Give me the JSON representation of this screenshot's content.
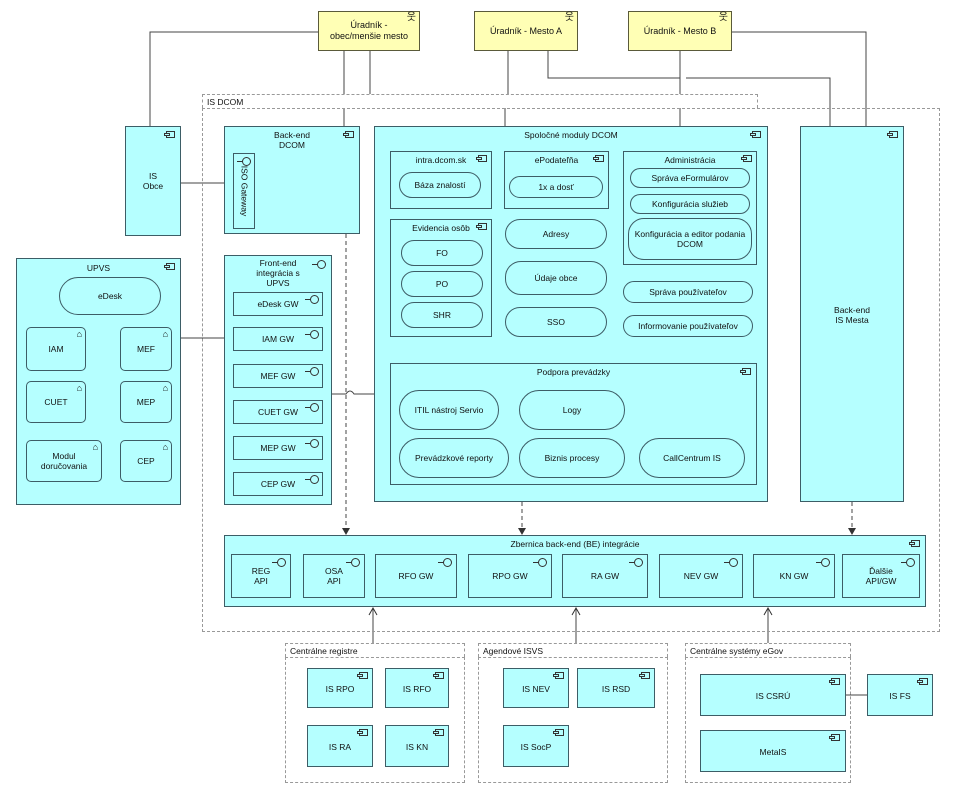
{
  "actors": {
    "a1": "Úradník -\nobec/menšie mesto",
    "a2": "Úradník - Mesto A",
    "a3": "Úradník - Mesto B"
  },
  "is_dcom_label": "IS DCOM",
  "is_obce": "IS\nObce",
  "backend_dcom": {
    "title": "Back-end\nDCOM",
    "gateway": "ISO Gateway"
  },
  "upvs": {
    "title": "UPVS",
    "edesk": "eDesk",
    "iam": "IAM",
    "mef": "MEF",
    "cuet": "CUET",
    "mep": "MEP",
    "modul": "Modul\ndoručovania",
    "cep": "CEP"
  },
  "frontend": {
    "title": "Front-end\nintegrácia s\nUPVS",
    "items": [
      "eDesk GW",
      "IAM GW",
      "MEF GW",
      "CUET GW",
      "MEP GW",
      "CEP GW"
    ]
  },
  "spolocne": {
    "title": "Spoločné moduly DCOM",
    "intra_title": "intra.dcom.sk",
    "baza": "Báza znalostí",
    "epodatelna_title": "ePodateľňa",
    "jedenx": "1x a dosť",
    "admin_title": "Administrácia",
    "admin_items": [
      "Správa eFormulárov",
      "Konfigurácia služieb",
      "Konfigurácia a editor podania\nDCOM"
    ],
    "evidencia_title": "Evidencia osôb",
    "evidencia_items": [
      "FO",
      "PO",
      "SHR"
    ],
    "adresy": "Adresy",
    "udaje": "Údaje obce",
    "sso": "SSO",
    "sprava_pouz": "Správa používateľov",
    "info_pouz": "Informovanie používateľov",
    "podpora_title": "Podpora prevádzky",
    "itil": "ITIL nástroj Servio",
    "logy": "Logy",
    "reporty": "Prevádzkové reporty",
    "biznis": "Biznis procesy",
    "callcentrum": "CallCentrum IS"
  },
  "backend_mesta": "Back-end\nIS Mesta",
  "zbernica": {
    "title": "Zbernica back-end (BE) integrácie",
    "items": [
      "REG\nAPI",
      "OSA\nAPI",
      "RFO GW",
      "RPO GW",
      "RA GW",
      "NEV GW",
      "KN GW",
      "Ďalšie\nAPI/GW"
    ]
  },
  "centralne_registre": {
    "title": "Centrálne registre",
    "items": [
      "IS RPO",
      "IS RFO",
      "IS RA",
      "IS KN"
    ]
  },
  "agendove": {
    "title": "Agendové ISVS",
    "items": [
      "IS NEV",
      "IS RSD",
      "IS SocP"
    ]
  },
  "centralne_systemy": {
    "title": "Centrálne systémy eGov",
    "csru": "IS CSRÚ",
    "metais": "MetaIS"
  },
  "is_fs": "IS FS"
}
